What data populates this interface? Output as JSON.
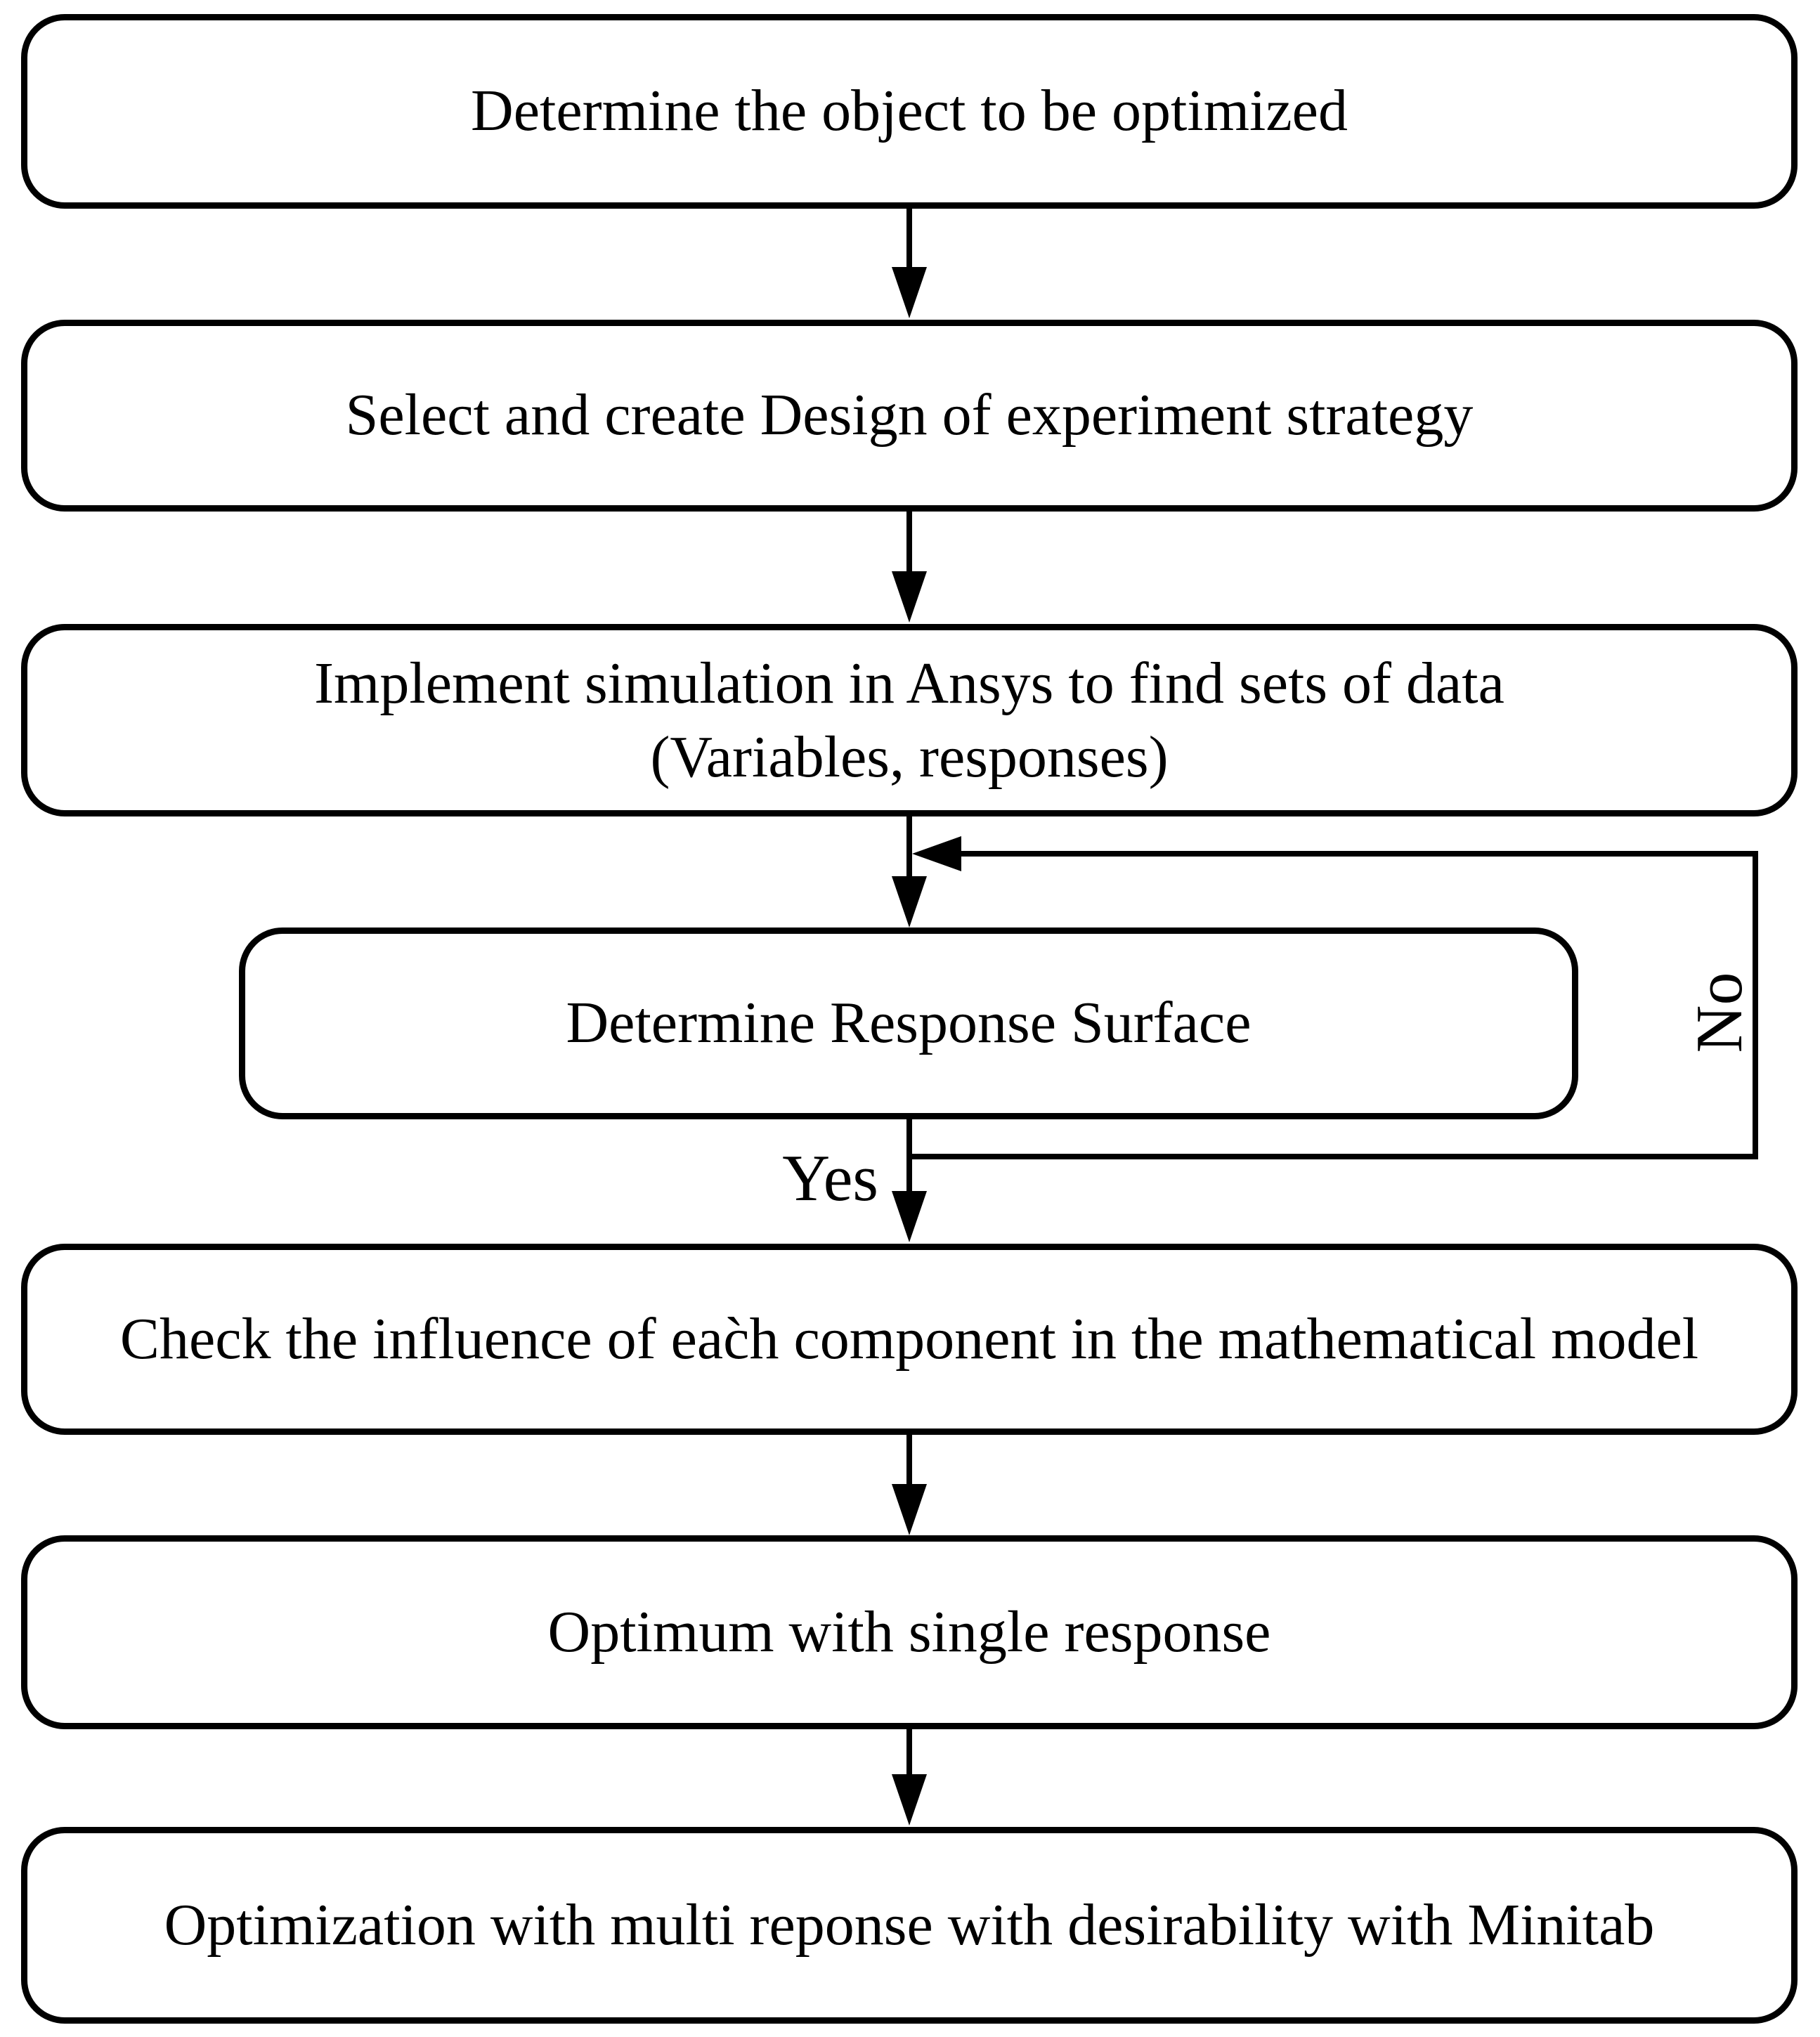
{
  "diagram": {
    "nodes": [
      {
        "id": "determine-object",
        "label": "Determine the object to be optimized"
      },
      {
        "id": "select-doe-strategy",
        "label": "Select and create Design of experiment strategy"
      },
      {
        "id": "implement-simulation",
        "line1": "Implement simulation in Ansys to find sets of data",
        "line2": "(Variables, responses)"
      },
      {
        "id": "determine-response-surface",
        "label": "Determine Response Surface"
      },
      {
        "id": "check-influence",
        "label": "Check the influence of eac̀h component in the mathematical model"
      },
      {
        "id": "optimum-single-response",
        "label": "Optimum with single response"
      },
      {
        "id": "optimization-multi-response",
        "label": "Optimization with multi reponse with desirability with Minitab"
      }
    ],
    "edge_labels": {
      "yes": "Yes",
      "no": "No"
    },
    "colors": {
      "line": "#000000",
      "background": "#ffffff"
    }
  }
}
